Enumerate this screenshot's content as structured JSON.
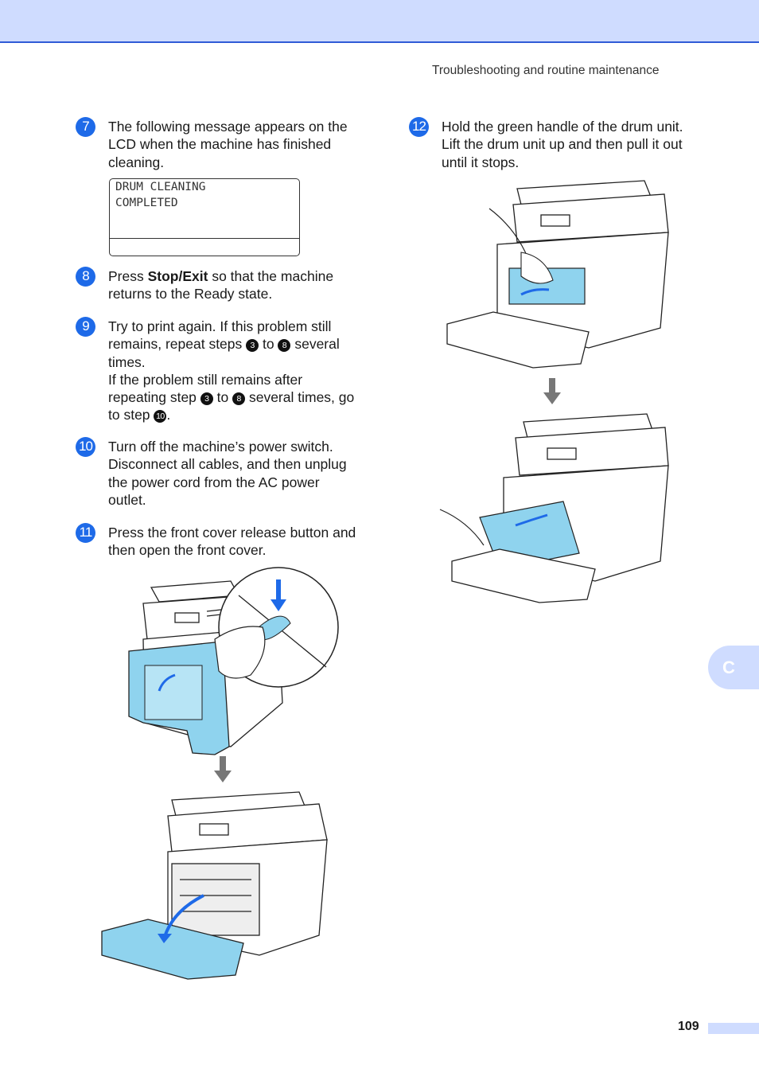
{
  "header": {
    "section_title": "Troubleshooting and routine maintenance"
  },
  "steps": [
    {
      "id": "7",
      "lines": [
        "The following message appears on the",
        "LCD when the machine has finished",
        "cleaning."
      ]
    },
    {
      "id": "8",
      "pre": "Press ",
      "bold": "Stop/Exit",
      "post_lines": [
        " so that the machine",
        "returns to the Ready state."
      ]
    },
    {
      "id": "9",
      "line1": "Try to print again. If this problem still",
      "line2_a": "remains, repeat steps ",
      "ref_a": "3",
      "line2_b": " to ",
      "ref_b": "8",
      "line2_c": " several",
      "line3": "times.",
      "line4": "If the problem still remains after",
      "line5_a": "repeating step ",
      "ref_c": "3",
      "line5_b": " to ",
      "ref_d": "8",
      "line5_c": " several times, go",
      "line6_a": "to step ",
      "ref_e": "10",
      "line6_b": "."
    },
    {
      "id": "10",
      "lines": [
        "Turn off the machine’s power switch.",
        "Disconnect all cables, and then unplug",
        "the power cord from the AC power",
        "outlet."
      ]
    },
    {
      "id": "11",
      "lines": [
        "Press the front cover release button and",
        "then open the front cover."
      ]
    },
    {
      "id": "12",
      "lines": [
        "Hold the green handle of the drum unit.",
        "Lift the drum unit up and then pull it out",
        "until it stops."
      ]
    }
  ],
  "lcd": {
    "line1": "DRUM CLEANING",
    "line2": "COMPLETED"
  },
  "side_tab": {
    "letter": "C"
  },
  "footer": {
    "page_number": "109"
  },
  "colors": {
    "accent_blue": "#1e6ae8",
    "band": "#cfdcff",
    "highlight": "#8fd3ee"
  }
}
